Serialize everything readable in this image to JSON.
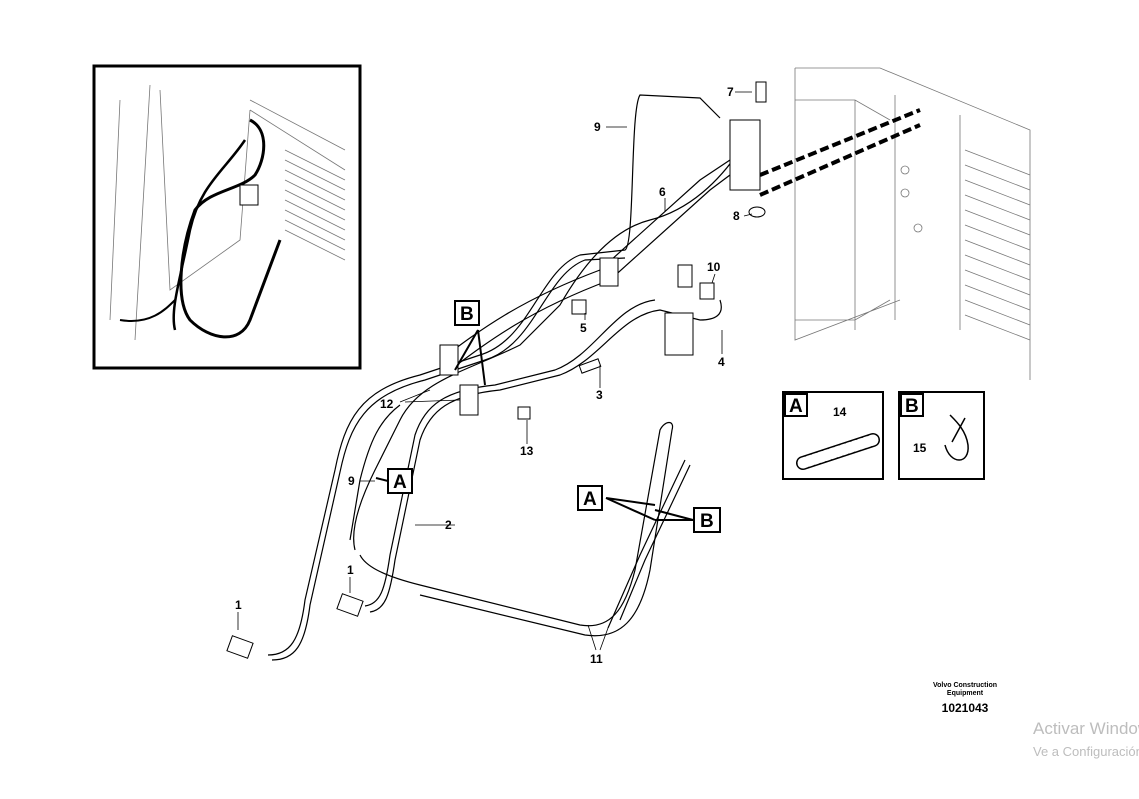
{
  "diagram": {
    "callouts": {
      "c1a": "1",
      "c1b": "1",
      "c2": "2",
      "c3": "3",
      "c4": "4",
      "c5": "5",
      "c6": "6",
      "c7": "7",
      "c8": "8",
      "c9a": "9",
      "c9b": "9",
      "c10": "10",
      "c11": "11",
      "c12": "12",
      "c13": "13",
      "c14": "14",
      "c15": "15"
    },
    "markers": {
      "b_top": "B",
      "a_left": "A",
      "a_mid": "A",
      "b_mid": "B",
      "detail_a": "A",
      "detail_b": "B"
    },
    "brand": "Volvo Construction Equipment",
    "drawing_number": "1021043"
  },
  "watermark": {
    "line1": "Activar Windows",
    "line2": "Ve a Configuración"
  }
}
